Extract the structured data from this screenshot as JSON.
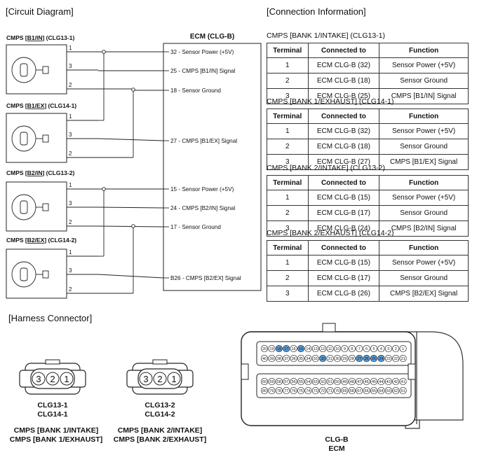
{
  "titles": {
    "circuit": "[Circuit Diagram]",
    "connection": "[Connection Information]",
    "harness": "[Harness Connector]"
  },
  "circuit": {
    "ecm_label": "ECM (CLG-B)",
    "sensors": [
      {
        "label_pre": "CMPS [",
        "label_bold": "B1/IN",
        "label_post": "] (CLG13-1)",
        "pins": [
          "1",
          "3",
          "2"
        ]
      },
      {
        "label_pre": "CMPS [",
        "label_bold": "B1/EX",
        "label_post": "] (CLG14-1)",
        "pins": [
          "1",
          "3",
          "2"
        ]
      },
      {
        "label_pre": "CMPS [",
        "label_bold": "B2/IN",
        "label_post": "] (CLG13-2)",
        "pins": [
          "1",
          "3",
          "2"
        ]
      },
      {
        "label_pre": "CMPS [",
        "label_bold": "B2/EX",
        "label_post": "] (CLG14-2)",
        "pins": [
          "1",
          "3",
          "2"
        ]
      }
    ],
    "ecm_pins": [
      "32 - Sensor Power (+5V)",
      "25 - CMPS [B1/IN] Signal",
      "18 - Sensor Ground",
      "27 - CMPS [B1/EX] Signal",
      "15 - Sensor Power (+5V)",
      "24 - CMPS [B2/IN] Signal",
      "17 - Sensor Ground",
      "B26 - CMPS [B2/EX] Signal"
    ]
  },
  "connection_tables": [
    {
      "caption": "CMPS [BANK 1/INTAKE] (CLG13-1)",
      "headers": [
        "Terminal",
        "Connected to",
        "Function"
      ],
      "rows": [
        [
          "1",
          "ECM CLG-B (32)",
          "Sensor Power (+5V)"
        ],
        [
          "2",
          "ECM CLG-B (18)",
          "Sensor Ground"
        ],
        [
          "3",
          "ECM CLG-B (25)",
          "CMPS [B1/IN] Signal"
        ]
      ]
    },
    {
      "caption": "CMPS [BANK 1/EXHAUST] (CLG14-1)",
      "headers": [
        "Terminal",
        "Connected to",
        "Function"
      ],
      "rows": [
        [
          "1",
          "ECM CLG-B (32)",
          "Sensor Power (+5V)"
        ],
        [
          "2",
          "ECM CLG-B (18)",
          "Sensor Ground"
        ],
        [
          "3",
          "ECM CLG-B (27)",
          "CMPS [B1/EX] Signal"
        ]
      ]
    },
    {
      "caption": "CMPS [BANK 2/INTAKE] (CLG13-2)",
      "headers": [
        "Terminal",
        "Connected to",
        "Function"
      ],
      "rows": [
        [
          "1",
          "ECM CLG-B (15)",
          "Sensor Power (+5V)"
        ],
        [
          "2",
          "ECM CLG-B (17)",
          "Sensor Ground"
        ],
        [
          "3",
          "ECM CLG-B (24)",
          "CMPS [B2/IN] Signal"
        ]
      ]
    },
    {
      "caption": "CMPS [BANK 2/EXHAUST] (CLG14-2)",
      "headers": [
        "Terminal",
        "Connected to",
        "Function"
      ],
      "rows": [
        [
          "1",
          "ECM CLG-B (15)",
          "Sensor Power (+5V)"
        ],
        [
          "2",
          "ECM CLG-B (17)",
          "Sensor Ground"
        ],
        [
          "3",
          "ECM CLG-B (26)",
          "CMPS [B2/EX] Signal"
        ]
      ]
    }
  ],
  "harness": {
    "connectors": [
      {
        "pins": [
          "3",
          "2",
          "1"
        ],
        "ids": [
          "CLG13-1",
          "CLG14-1"
        ],
        "names": [
          "CMPS [BANK 1/INTAKE]",
          "CMPS [BANK 1/EXHAUST]"
        ]
      },
      {
        "pins": [
          "3",
          "2",
          "1"
        ],
        "ids": [
          "CLG13-2",
          "CLG14-2"
        ],
        "names": [
          "CMPS [BANK 2/INTAKE]",
          "CMPS [BANK 2/EXHAUST]"
        ]
      }
    ],
    "ecm": {
      "labels": [
        "CLG-B",
        "ECM"
      ],
      "row1": [
        "20",
        "19",
        "18",
        "17",
        "16",
        "15",
        "14",
        "13",
        "12",
        "11",
        "10",
        "9",
        "8",
        "7",
        "6",
        "5",
        "4",
        "3",
        "2",
        "1"
      ],
      "row2": [
        "40",
        "39",
        "38",
        "37",
        "36",
        "35",
        "34",
        "33",
        "32",
        "31",
        "30",
        "29",
        "28",
        "27",
        "26",
        "25",
        "24",
        "23",
        "22",
        "21"
      ],
      "row3": [
        "60",
        "59",
        "58",
        "57",
        "56",
        "55",
        "54",
        "53",
        "52",
        "51",
        "50",
        "49",
        "48",
        "47",
        "46",
        "45",
        "44",
        "43",
        "42",
        "41"
      ],
      "row4": [
        "80",
        "79",
        "78",
        "77",
        "76",
        "75",
        "74",
        "73",
        "72",
        "71",
        "70",
        "69",
        "68",
        "67",
        "66",
        "65",
        "64",
        "63",
        "62",
        "61"
      ],
      "highlighted": [
        "18",
        "17",
        "15",
        "32",
        "27",
        "26",
        "25",
        "24"
      ],
      "highlight_color": "#5b9bd5"
    }
  }
}
